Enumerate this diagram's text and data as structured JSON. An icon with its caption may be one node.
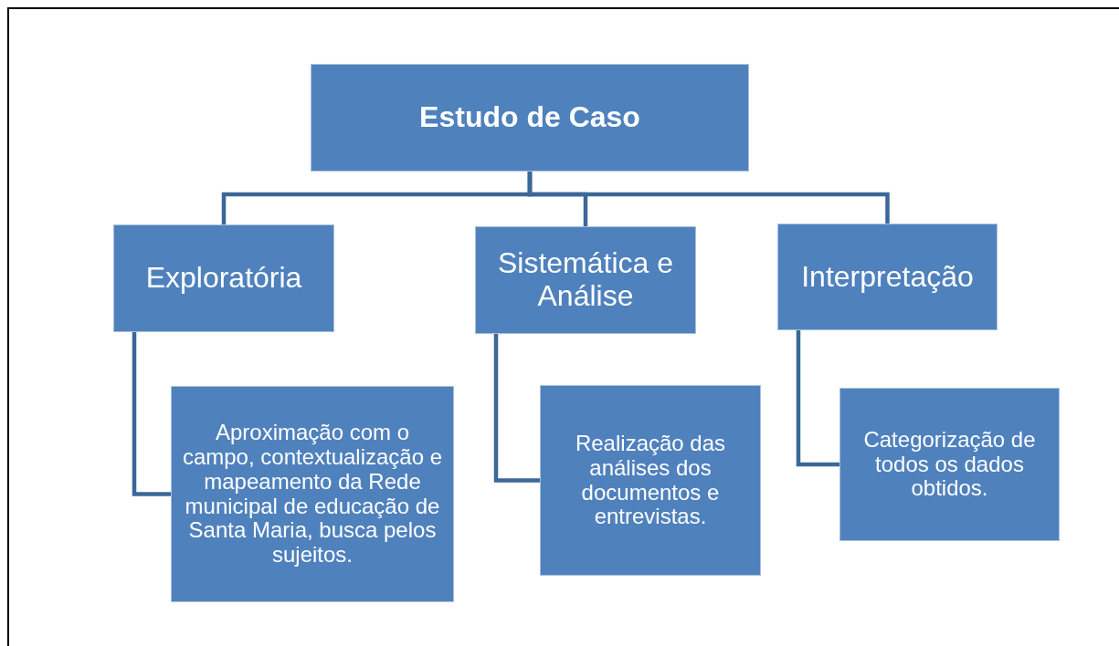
{
  "diagram": {
    "nodes": [
      {
        "text": [
          "Estudo de Caso"
        ]
      },
      {
        "text": [
          "Exploratória"
        ]
      },
      {
        "text": [
          "Sistemática e Análise"
        ]
      },
      {
        "text": [
          "Interpretação"
        ]
      },
      {
        "text": [
          "Aproximação com o campo, contextualização e mapeamento da Rede municipal de educação de Santa Maria, busca pelos sujeitos."
        ]
      },
      {
        "text": [
          "Realização das análises dos documentos e entrevistas."
        ]
      },
      {
        "text": [
          "Categorização de todos os dados obtidos."
        ]
      }
    ],
    "edges": [
      {
        "from": 0,
        "to": 1,
        "arrow": "none"
      },
      {
        "from": 0,
        "to": 2,
        "arrow": "none"
      },
      {
        "from": 0,
        "to": 3,
        "arrow": "none"
      },
      {
        "from": 1,
        "to": 4,
        "arrow": "none"
      },
      {
        "from": 2,
        "to": 5,
        "arrow": "none"
      },
      {
        "from": 3,
        "to": 6,
        "arrow": "none"
      }
    ]
  }
}
